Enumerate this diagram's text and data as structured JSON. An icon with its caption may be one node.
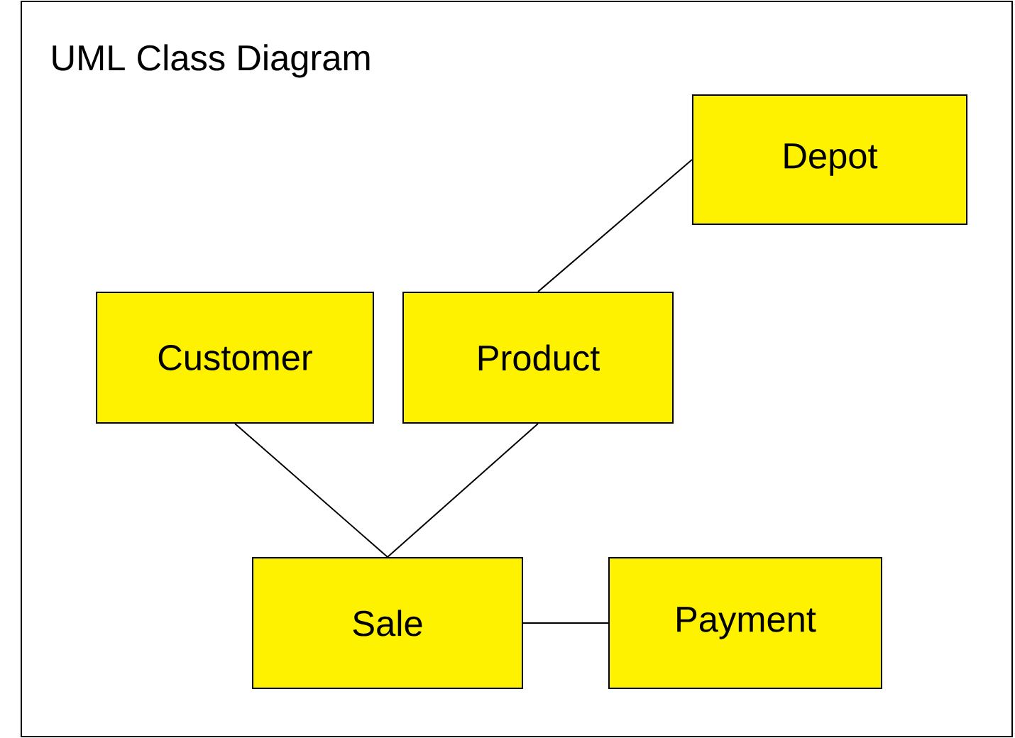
{
  "diagram": {
    "title": "UML Class Diagram",
    "nodes": [
      {
        "text": [
          "Depot"
        ]
      },
      {
        "text": [
          "Customer"
        ]
      },
      {
        "text": [
          "Product"
        ]
      },
      {
        "text": [
          "Sale"
        ]
      },
      {
        "text": [
          "Payment"
        ]
      }
    ],
    "edges": [
      {
        "from": 2,
        "to": 0,
        "arrow": "none"
      },
      {
        "from": 1,
        "to": 3,
        "arrow": "none"
      },
      {
        "from": 2,
        "to": 3,
        "arrow": "none"
      },
      {
        "from": 3,
        "to": 4,
        "arrow": "none"
      }
    ]
  }
}
